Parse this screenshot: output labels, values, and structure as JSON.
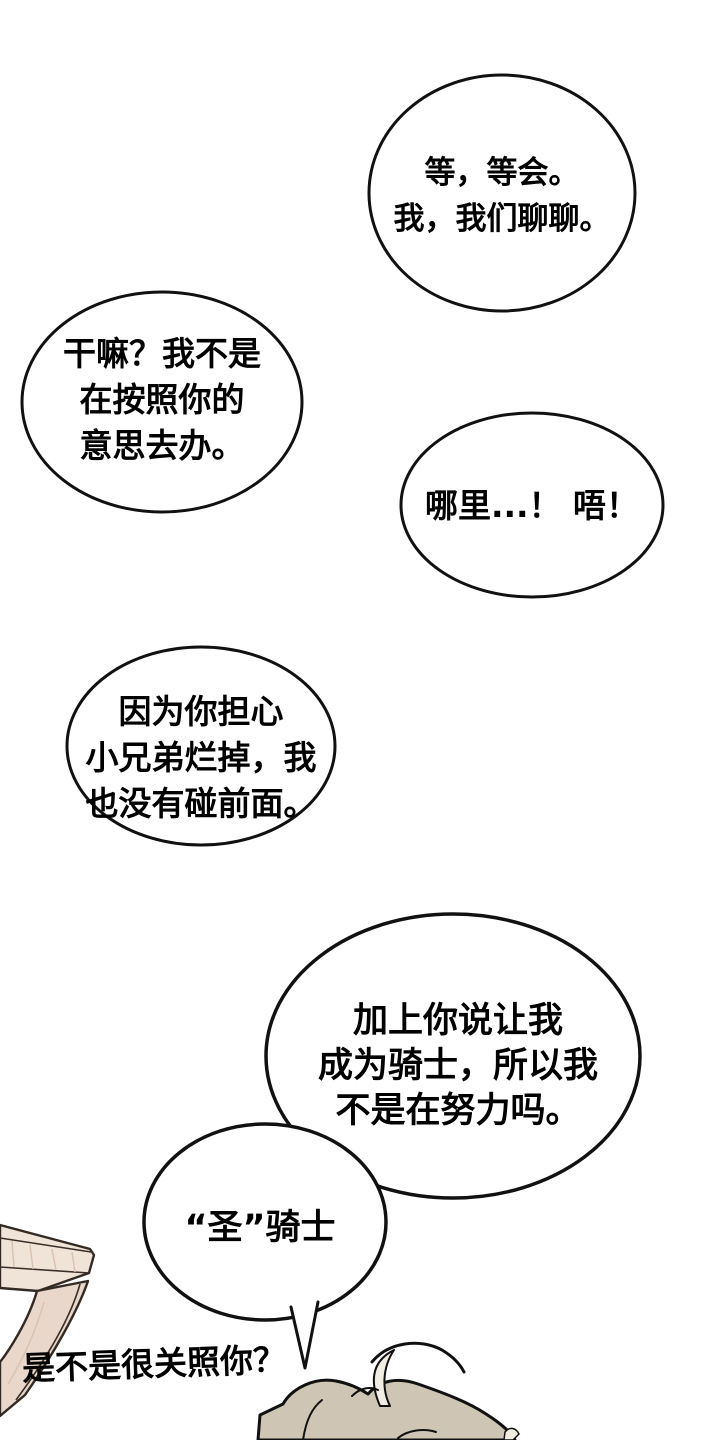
{
  "page": {
    "background": "#ffffff"
  },
  "bubbles": [
    {
      "id": "bubble-1",
      "text": "等，等会。\n我，我们聊聊。"
    },
    {
      "id": "bubble-2",
      "text": "干嘛？我不是\n在按照你的\n意思去办。"
    },
    {
      "id": "bubble-3",
      "text": "哪里...！ 唔！"
    },
    {
      "id": "bubble-4",
      "text": "因为你担心\n小兄弟烂掉，我\n也没有碰前面。"
    },
    {
      "id": "bubble-5",
      "text": "加上你说让我\n成为骑士，所以我\n不是在努力吗。"
    },
    {
      "id": "bubble-6",
      "text": "“圣”骑士"
    }
  ],
  "caption": {
    "text": "是不是很关照你？"
  },
  "colors": {
    "outline": "#111111",
    "bubble_fill": "#ffffff",
    "wood_light": "#f0e3d8",
    "wood_mid": "#e9d7cb",
    "wood_grain": "#d9c3b3",
    "wood_outline": "#332a24",
    "hair_fill": "#cfc5b4",
    "hair_highlight": "#f2ede3"
  }
}
